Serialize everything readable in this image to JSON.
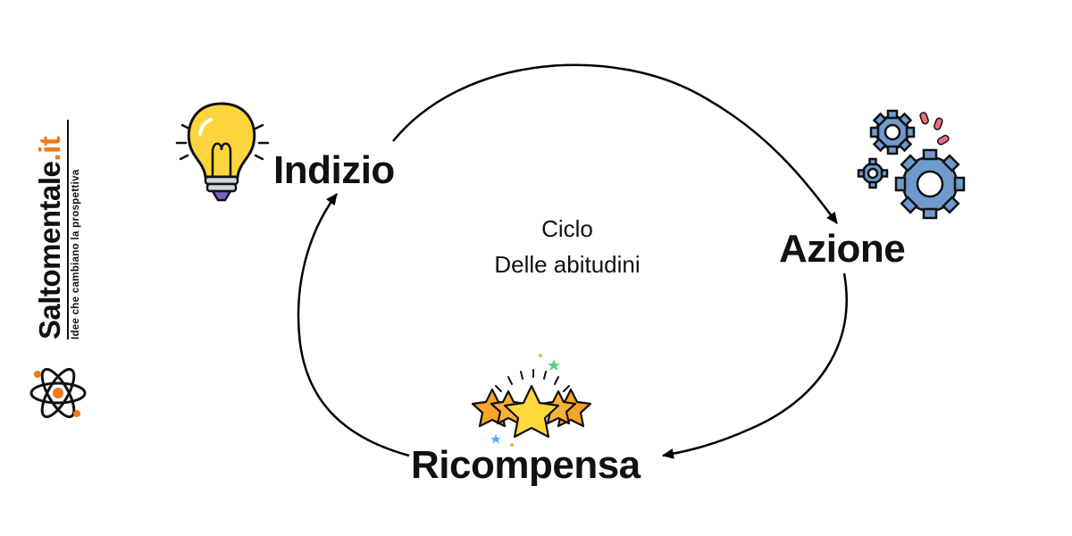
{
  "diagram": {
    "center": {
      "line1": "Ciclo",
      "line2": "Delle abitudini"
    },
    "nodes": {
      "cue": "Indizio",
      "action": "Azione",
      "reward": "Ricompensa"
    },
    "icons": {
      "cue": "lightbulb-icon",
      "action": "gears-icon",
      "reward": "stars-icon"
    }
  },
  "brand": {
    "name_main": "Saltomentale",
    "name_tld": ".it",
    "tagline": "Idee che cambiano la prospettiva",
    "logo_icon": "atom-icon",
    "accent_color": "#f07a17"
  }
}
